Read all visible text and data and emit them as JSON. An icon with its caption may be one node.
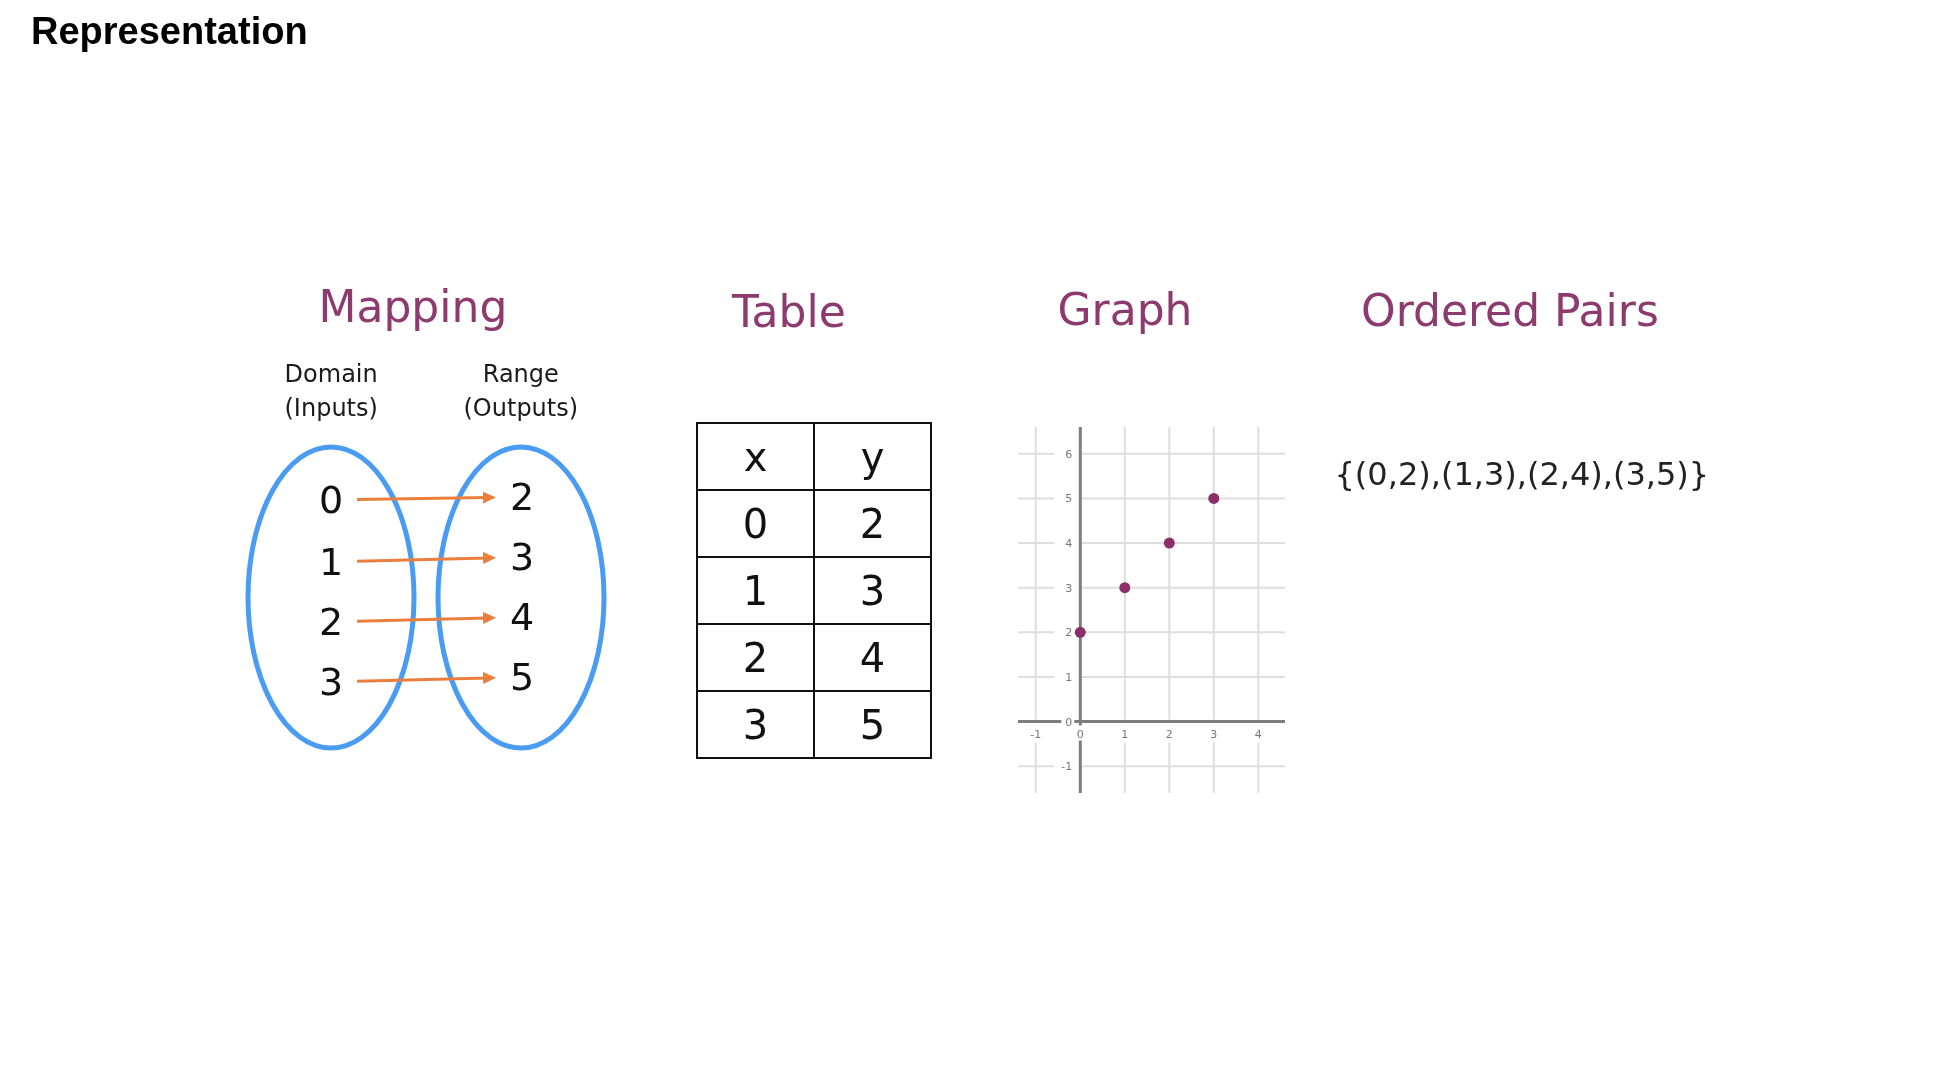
{
  "diagram": {
    "title": "Representation",
    "nodes": [
      {
        "text": [
          "Domain (Inputs)"
        ]
      },
      {
        "text": [
          "0"
        ],
        "in": 0
      },
      {
        "text": [
          "1"
        ],
        "in": 0
      },
      {
        "text": [
          "2"
        ],
        "in": 0
      },
      {
        "text": [
          "3"
        ],
        "in": 0
      },
      {
        "text": [
          "Range (Outputs)"
        ]
      },
      {
        "text": [
          "2"
        ],
        "in": 5
      },
      {
        "text": [
          "3"
        ],
        "in": 5
      },
      {
        "text": [
          "4"
        ],
        "in": 5
      },
      {
        "text": [
          "5"
        ],
        "in": 5
      }
    ],
    "edges": [
      {
        "from": 1,
        "to": 6,
        "arrow": "to"
      },
      {
        "from": 2,
        "to": 7,
        "arrow": "to"
      },
      {
        "from": 3,
        "to": 8,
        "arrow": "to"
      },
      {
        "from": 4,
        "to": 9,
        "arrow": "to"
      }
    ],
    "labels": [
      "Mapping",
      "Table",
      "x",
      "y",
      "0",
      "2",
      "1",
      "3",
      "2",
      "4",
      "3",
      "5",
      "Ordered Pairs",
      "{(0,2),(1,3),(2,4),(3,5)}"
    ],
    "chart_data": {
      "type": "scatter",
      "title": "Graph",
      "x": [
        0,
        1,
        2,
        3
      ],
      "series": [
        {
          "color": "#8b2f6b",
          "values": [
            2,
            3,
            4,
            5
          ]
        }
      ],
      "xlim": [
        -1.4,
        4.6
      ],
      "ylim": [
        -1.6,
        6.6
      ],
      "xticks": [
        -1,
        0,
        1,
        2,
        3,
        4
      ],
      "yticks": [
        -1,
        0,
        1,
        2,
        3,
        4,
        5,
        6
      ],
      "grid": true
    }
  }
}
